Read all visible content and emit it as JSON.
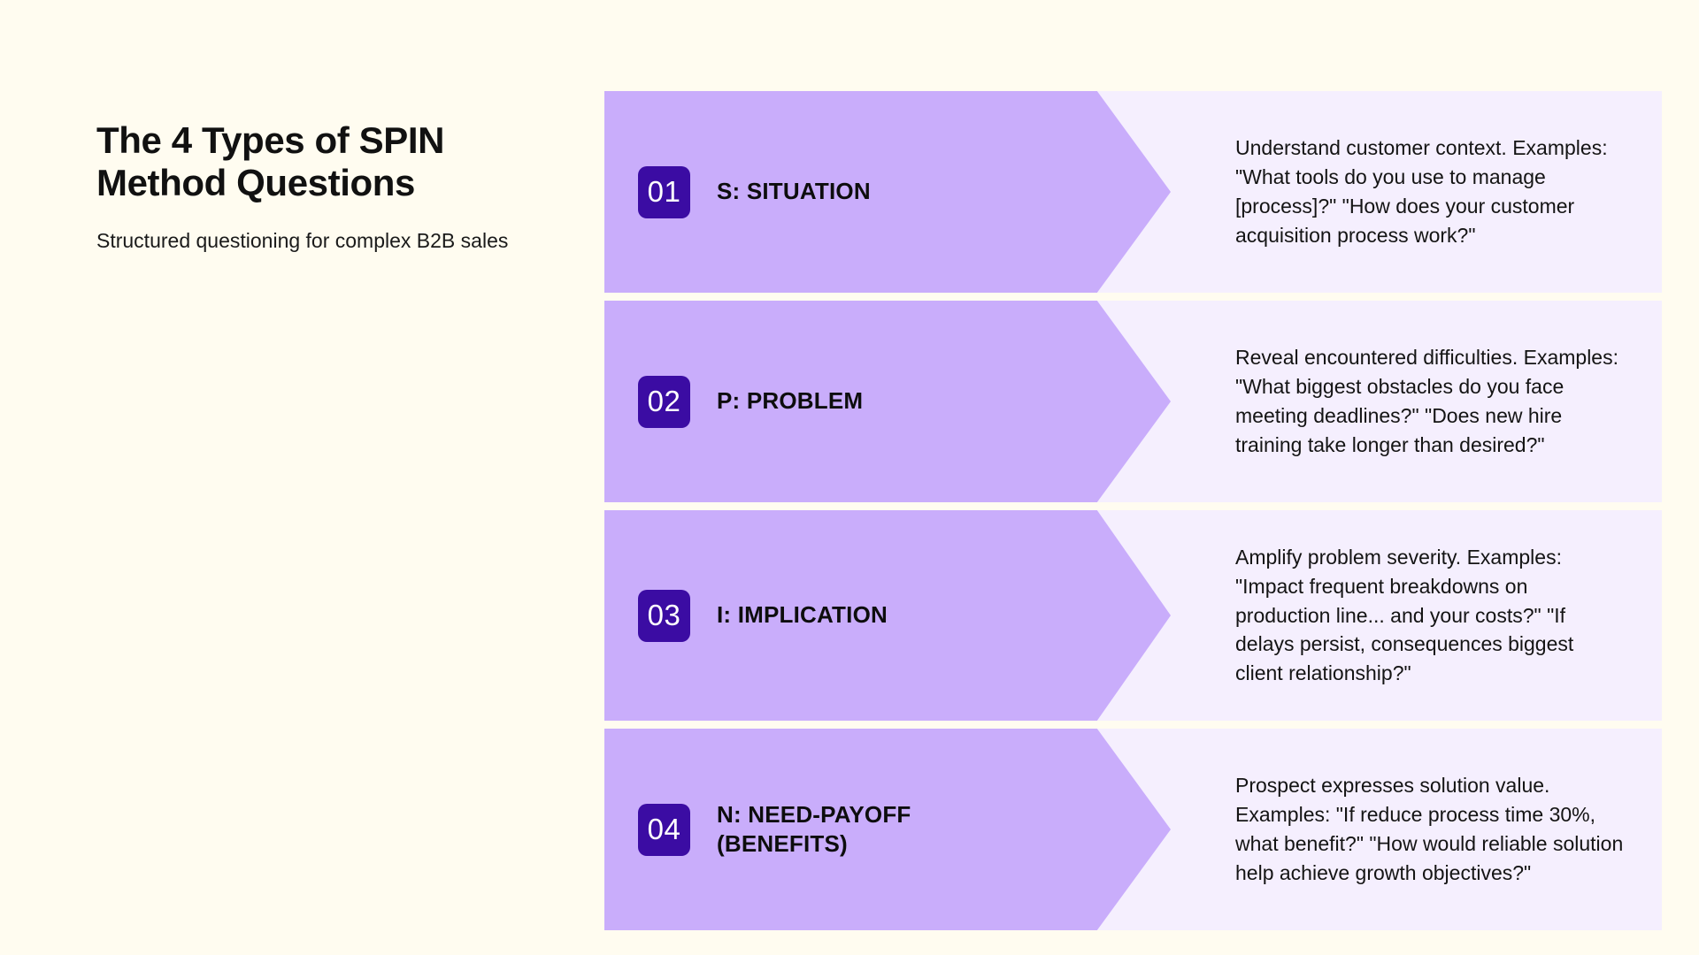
{
  "header": {
    "title": "The 4 Types of SPIN Method Questions",
    "subtitle": "Structured questioning for complex B2B sales"
  },
  "colors": {
    "background": "#FFFCF0",
    "band": "#C9ADFB",
    "description_panel": "#F5EFFE",
    "badge": "#3B0CA3",
    "badge_text": "#FFFFFF",
    "text": "#111111"
  },
  "rows": [
    {
      "number": "01",
      "label": "S: SITUATION",
      "description": "Understand customer context. Examples: \"What tools do you use to manage [process]?\" \"How does your customer acquisition process work?\""
    },
    {
      "number": "02",
      "label": "P: PROBLEM",
      "description": "Reveal encountered difficulties. Examples: \"What biggest obstacles do you face meeting deadlines?\" \"Does new hire training take longer than desired?\""
    },
    {
      "number": "03",
      "label": "I: IMPLICATION",
      "description": "Amplify problem severity. Examples: \"Impact frequent breakdowns on production line... and your costs?\" \"If delays persist, consequences biggest client relationship?\""
    },
    {
      "number": "04",
      "label": "N: NEED-PAYOFF (BENEFITS)",
      "description": "Prospect expresses solution value. Examples: \"If reduce process time 30%, what benefit?\" \"How would reliable solution help achieve growth objectives?\""
    }
  ]
}
